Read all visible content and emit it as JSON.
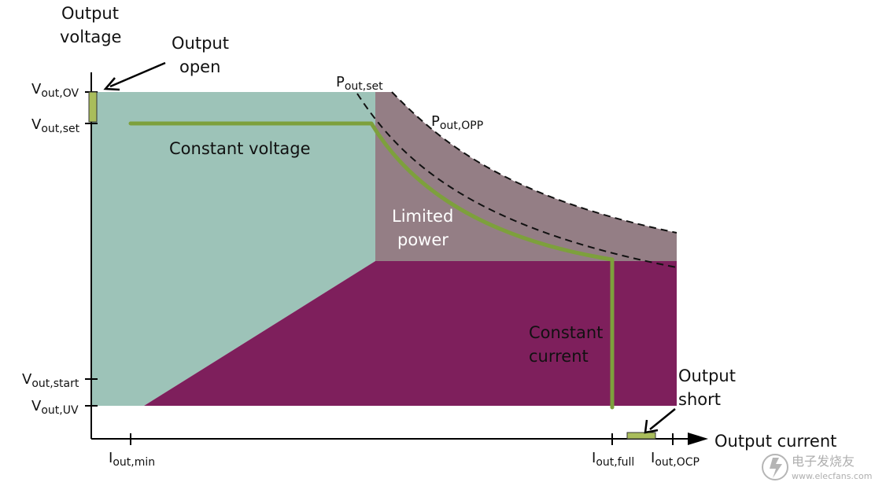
{
  "axes": {
    "y_title_line1": "Output",
    "y_title_line2": "voltage",
    "x_title": "Output current"
  },
  "y_ticks": {
    "ov": {
      "main": "V",
      "sub": "out,OV"
    },
    "set": {
      "main": "V",
      "sub": "out,set"
    },
    "start": {
      "main": "V",
      "sub": "out,start"
    },
    "uv": {
      "main": "V",
      "sub": "out,UV"
    }
  },
  "x_ticks": {
    "min": {
      "main": "I",
      "sub": "out,min"
    },
    "full": {
      "main": "I",
      "sub": "out,full"
    },
    "ocp": {
      "main": "I",
      "sub": "out,OCP"
    }
  },
  "power_labels": {
    "set": {
      "main": "P",
      "sub": "out,set"
    },
    "opp": {
      "main": "P",
      "sub": "out,OPP"
    }
  },
  "regions": {
    "constant_voltage": "Constant voltage",
    "limited_power_line1": "Limited",
    "limited_power_line2": "power",
    "constant_current_line1": "Constant",
    "constant_current_line2": "current"
  },
  "callouts": {
    "open_line1": "Output",
    "open_line2": "open",
    "short_line1": "Output",
    "short_line2": "short"
  },
  "watermark": {
    "cn": "电子发烧友",
    "url": "www.elecfans.com"
  },
  "colors": {
    "teal_region": "#9dc3b8",
    "gray_region": "#947e85",
    "purple_region": "#7e1f5c",
    "curve_green": "#7da03c",
    "marker_green": "#a9bd5b",
    "axis": "#000000"
  }
}
